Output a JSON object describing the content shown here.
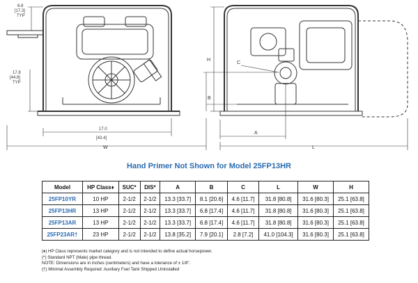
{
  "drawing": {
    "left_view": {
      "dim_top": "6.8",
      "dim_top_metric": "[17.3]",
      "dim_top_typ": "TYP",
      "dim_side": "17.8",
      "dim_side_metric": "[44.8]",
      "dim_side_typ": "TYP",
      "dim_bottom": "17.0",
      "dim_bottom_metric": "[43.4]",
      "label_w": "W"
    },
    "right_view": {
      "label_h": "H",
      "label_c": "C",
      "label_b": "B",
      "label_a": "A",
      "label_l": "L"
    }
  },
  "title": "Hand Primer Not Shown for Model 25FP13HR",
  "table": {
    "headers": [
      "Model",
      "HP Class♦",
      "SUC*",
      "DIS*",
      "A",
      "B",
      "C",
      "L",
      "W",
      "H"
    ],
    "rows": [
      [
        "25FP10YR",
        "10 HP",
        "2-1/2",
        "2-1/2",
        "13.3 [33.7]",
        "8.1 [20.6]",
        "4.6 [11.7]",
        "31.8 [80.8]",
        "31.6 [80.3]",
        "25.1 [63.8]"
      ],
      [
        "25FP13HR",
        "13 HP",
        "2-1/2",
        "2-1/2",
        "13.3 [33.7]",
        "6.8 [17.4]",
        "4.6 [11.7]",
        "31.8 [80.8]",
        "31.6 [80.3]",
        "25.1 [63.8]"
      ],
      [
        "25FP13AR",
        "13 HP",
        "2-1/2",
        "2-1/2",
        "13.3 [33.7]",
        "6.8 [17.4]",
        "4.6 [11.7]",
        "31.8 [80.8]",
        "31.6 [80.3]",
        "25.1 [63.8]"
      ],
      [
        "25FP23AR†",
        "23 HP",
        "2-1/2",
        "2-1/2",
        "13.8 [35.2]",
        "7.9 [20.1]",
        "2.8 [7.2]",
        "41.0 [104.3]",
        "31.6 [80.3]",
        "25.1 [63.8]"
      ]
    ]
  },
  "notes": [
    "(♦) HP Class represents market category and is not intended to define actual horsepower.",
    "(*) Standard NPT (Male) pipe thread.",
    "NOTE: Dimensions are in inches (centimeters) and have a tolerance of ± 1/8\".",
    "(†) Minimal Assembly Required: Auxiliary Fuel Tank Shipped Uninstalled"
  ]
}
